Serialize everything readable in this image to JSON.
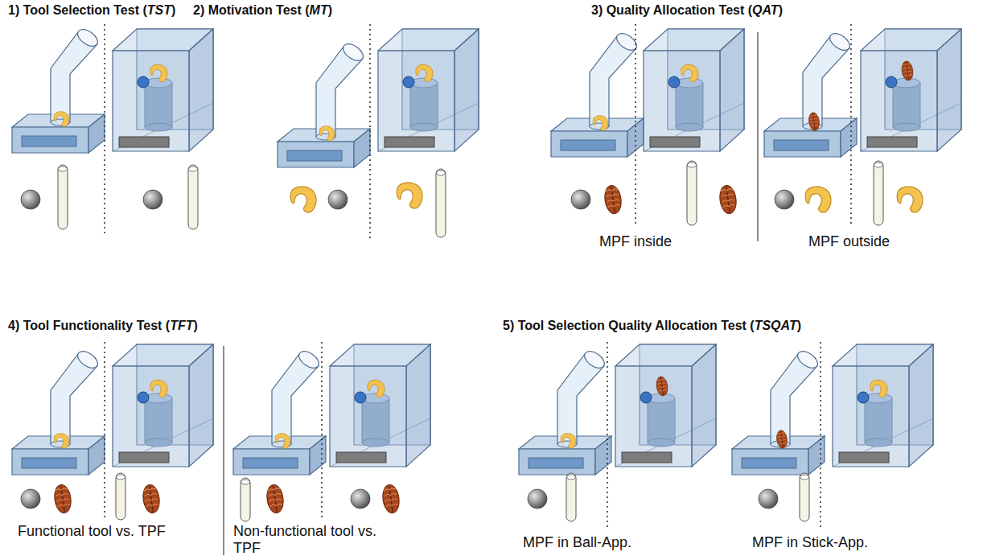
{
  "diagram": {
    "labels": [
      "1) Tool Selection Test (TST)",
      "2) Motivation Test (MT)",
      "3) Quality Allocation Test (QAT)",
      "MPF inside",
      "MPF outside",
      "4) Tool Functionality Test (TFT)",
      "5) Tool Selection Quality Allocation Test (TSQAT)",
      "Functional tool vs. TPF",
      "Non-functional tool vs. TPF",
      "MPF in Ball-App.",
      "MPF in Stick-App."
    ]
  }
}
